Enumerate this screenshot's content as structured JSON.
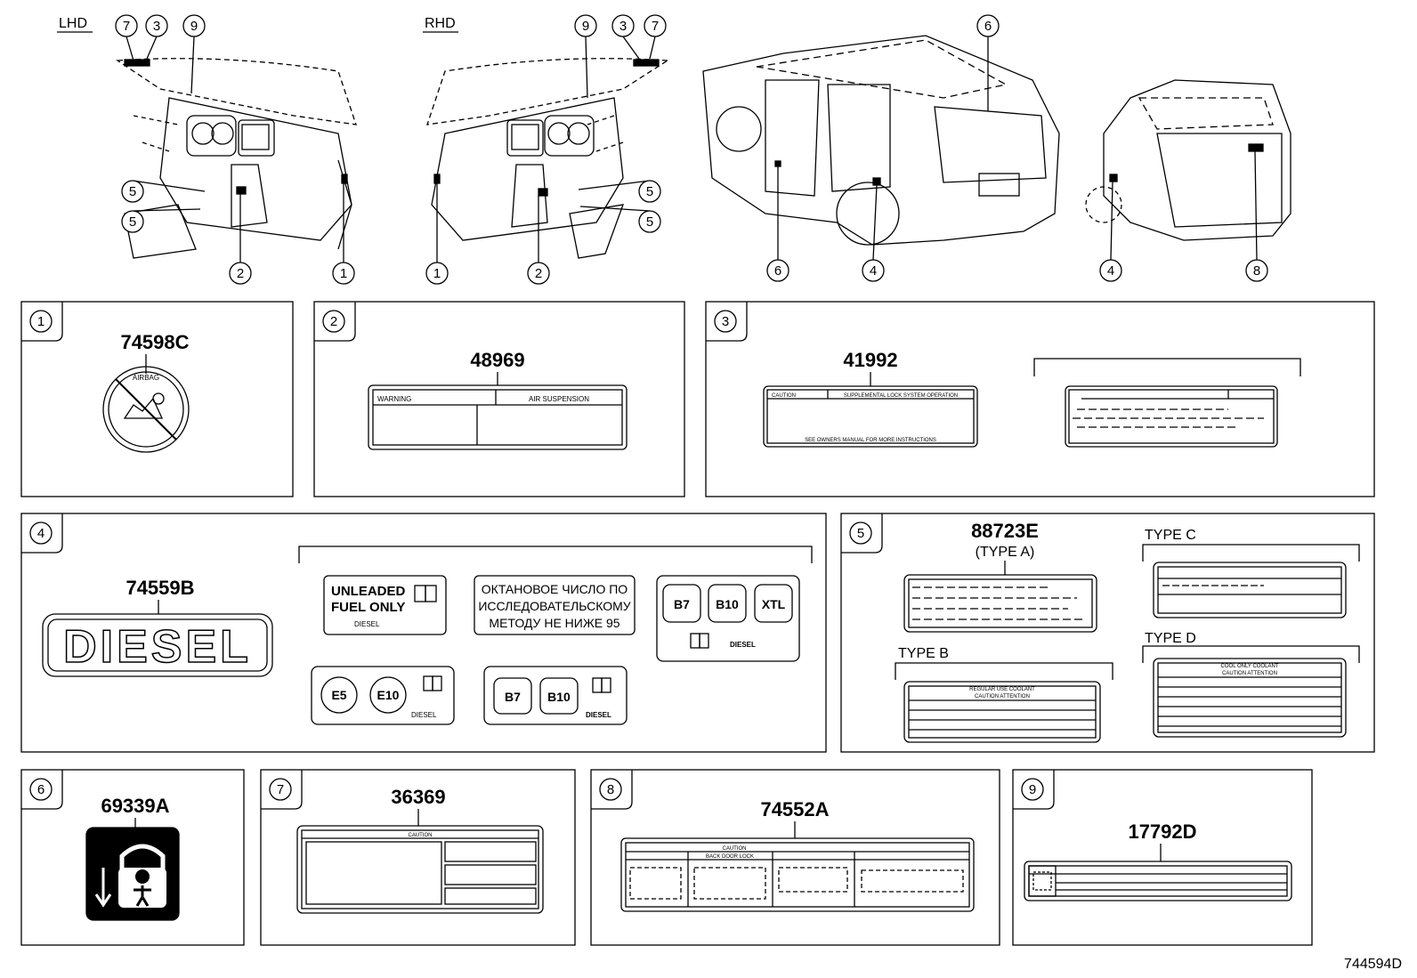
{
  "top": {
    "lhd_label": "LHD",
    "rhd_label": "RHD",
    "callouts_lhd": [
      "7",
      "3",
      "9",
      "5",
      "5",
      "2",
      "1"
    ],
    "callouts_rhd": [
      "9",
      "3",
      "7",
      "5",
      "5",
      "1",
      "2"
    ],
    "callouts_side": [
      "6",
      "6",
      "4"
    ],
    "callouts_rear": [
      "4",
      "8"
    ]
  },
  "panels": {
    "p1": {
      "num": "1",
      "part": "74598C",
      "badge_text": "AIRBAG"
    },
    "p2": {
      "num": "2",
      "part": "48969",
      "warn": "WARNING",
      "title": "AIR SUSPENSION"
    },
    "p3": {
      "num": "3",
      "part": "41992",
      "warn": "CAUTION",
      "title": "SUPPLEMENTAL LOCK SYSTEM OPERATION",
      "foot": "SEE OWNERS MANUAL FOR MORE INSTRUCTIONS"
    },
    "p4": {
      "num": "4",
      "part": "74559B",
      "diesel": "DIESEL",
      "unleaded_1": "UNLEADED",
      "unleaded_2": "FUEL ONLY",
      "unleaded_sub": "DIESEL",
      "ru_1": "ОКТАНОВОЕ ЧИСЛО ПО",
      "ru_2": "ИССЛЕДОВАТЕЛЬСКОМУ",
      "ru_3": "МЕТОДУ НЕ НИЖЕ 95",
      "b7": "B7",
      "b10": "B10",
      "xtl": "XTL",
      "diesel_small": "DIESEL",
      "e5": "E5",
      "e10": "E10",
      "e_sub": "DIESEL",
      "b7b": "B7",
      "b10b": "B10",
      "diesel_small2": "DIESEL"
    },
    "p5": {
      "num": "5",
      "part": "88723E",
      "type_a": "(TYPE A)",
      "type_b": "TYPE B",
      "type_c": "TYPE C",
      "type_d": "TYPE D",
      "b_row1": "REGULAR USE  COOLANT",
      "b_row2": "CAUTION   ATTENTION",
      "d_row1": "COOL ONLY  COOLANT",
      "d_row2": "CAUTION ATTENTION"
    },
    "p6": {
      "num": "6",
      "part": "69339A"
    },
    "p7": {
      "num": "7",
      "part": "36369",
      "warn": "CAUTION"
    },
    "p8": {
      "num": "8",
      "part": "74552A",
      "warn": "CAUTION",
      "sub": "BACK DOOR LOCK"
    },
    "p9": {
      "num": "9",
      "part": "17792D"
    }
  },
  "figure_id": "744594D"
}
